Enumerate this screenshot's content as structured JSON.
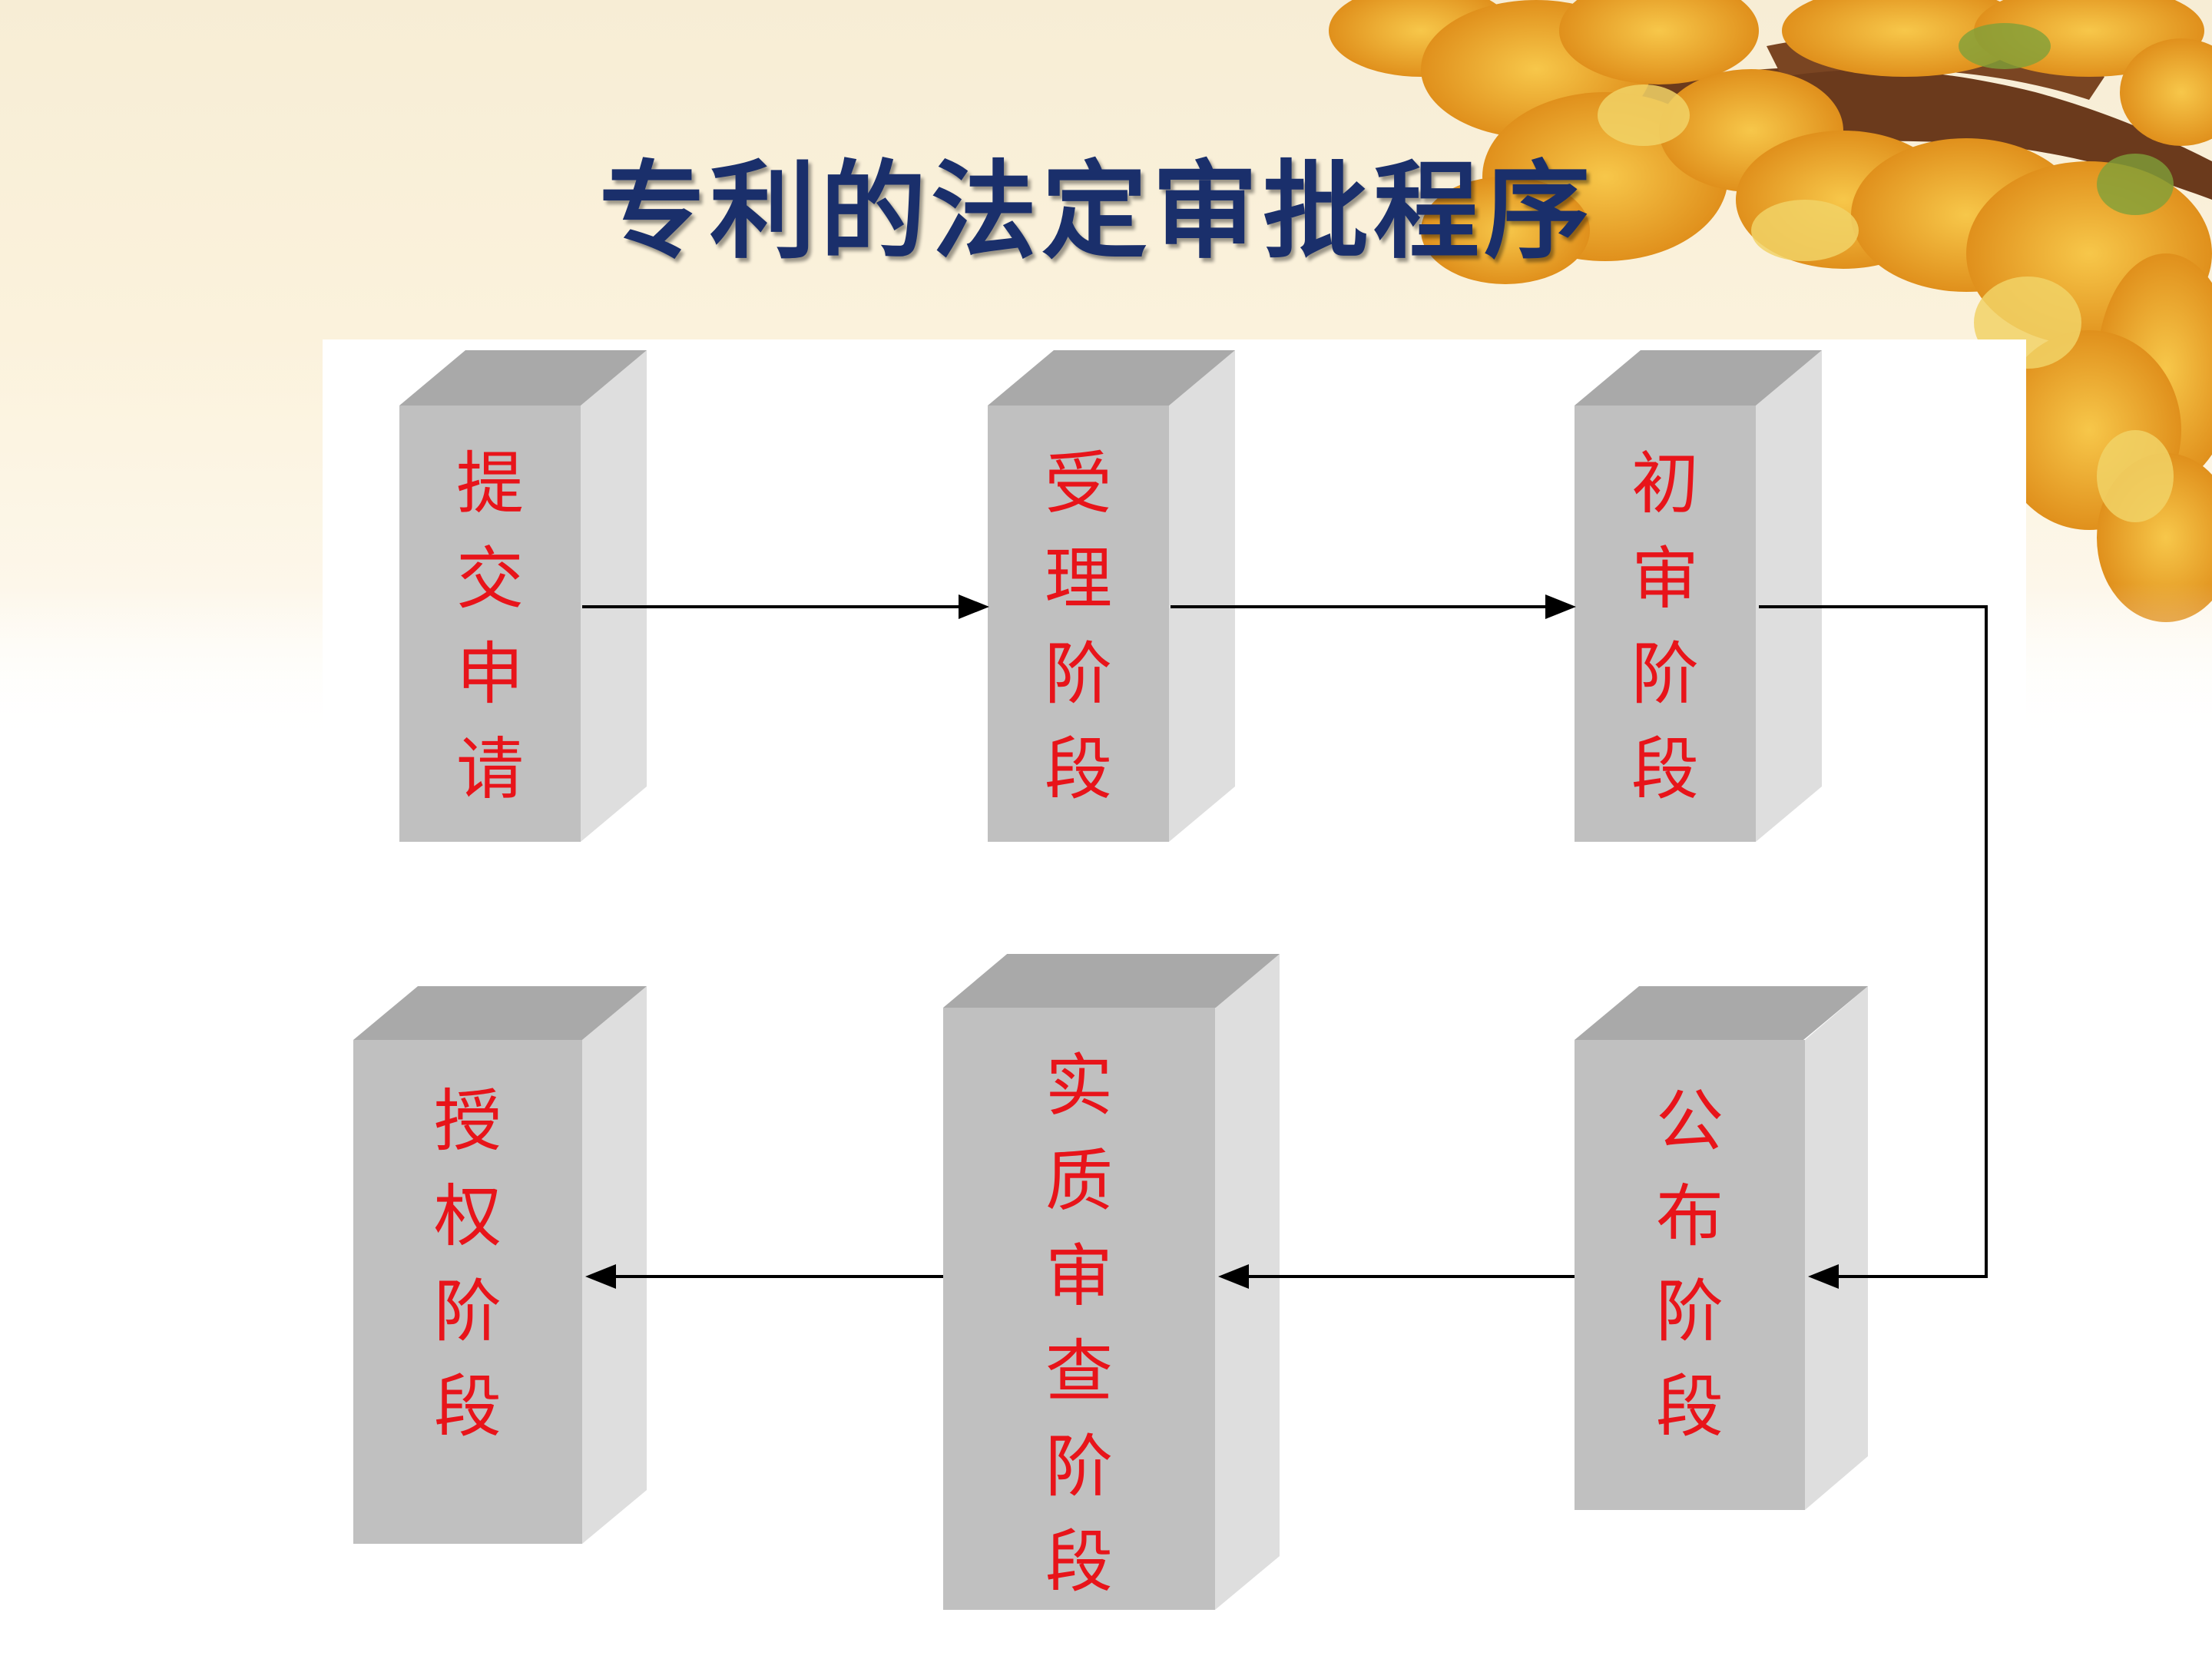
{
  "slide": {
    "title": "专利的法定审批程序"
  },
  "stages": [
    {
      "id": "submit",
      "label": "提交申请"
    },
    {
      "id": "accept",
      "label": "受理阶段"
    },
    {
      "id": "preliminary",
      "label": "初审阶段"
    },
    {
      "id": "publish",
      "label": "公布阶段"
    },
    {
      "id": "substantive",
      "label": "实质审查阶段"
    },
    {
      "id": "grant",
      "label": "授权阶段"
    }
  ],
  "colors": {
    "title": "#1a2f6b",
    "stage_text": "#e8141a",
    "box_front": "#c0c0c0",
    "box_top": "#a8a8a8",
    "box_side": "#dedede",
    "arrow": "#000000"
  }
}
